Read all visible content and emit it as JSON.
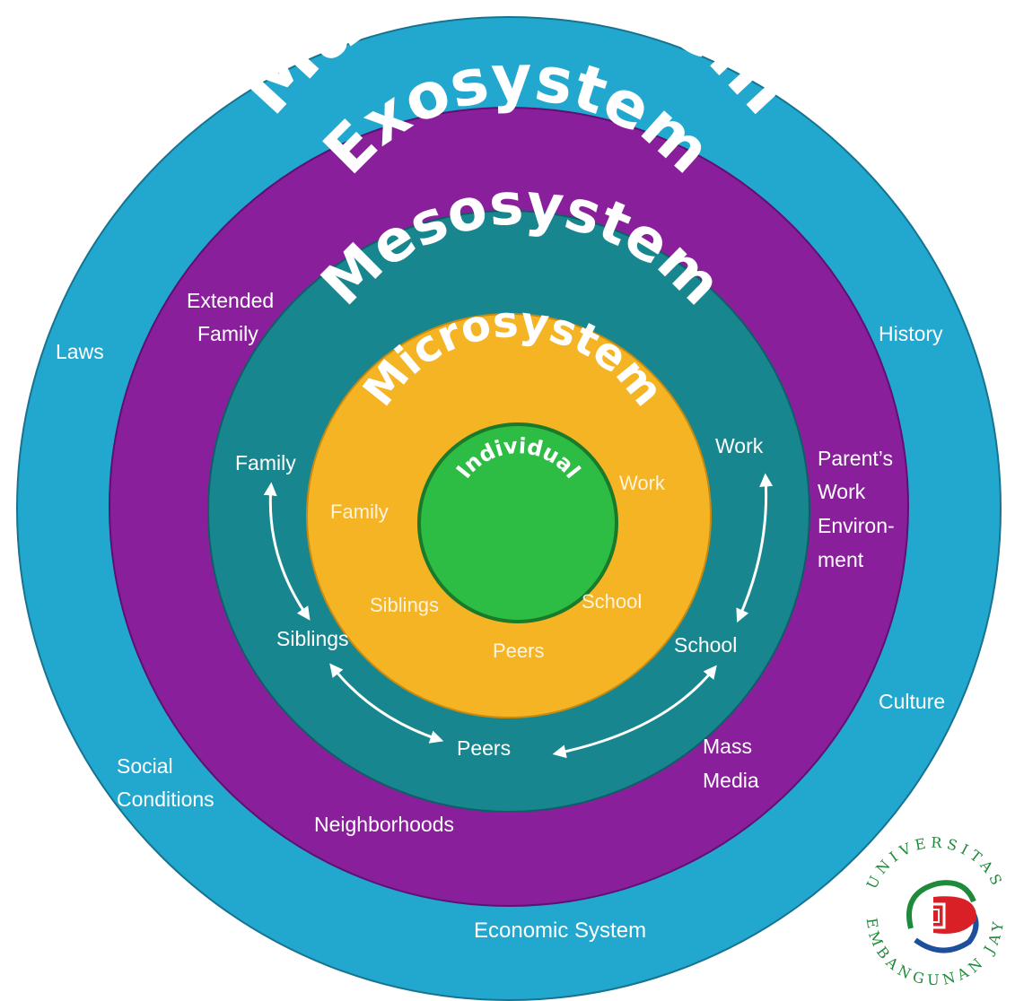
{
  "colors": {
    "macro": "#22a8cf",
    "exo": "#8a1f9c",
    "meso": "#18868f",
    "micro": "#f5b423",
    "individual": "#2dbc44",
    "logo_red": "#d92027",
    "logo_green": "#1f8a3b",
    "logo_blue": "#1e4f9c"
  },
  "rings": {
    "macro_title": "Macrosystem",
    "exo_title": "Exosystem",
    "meso_title": "Mesosystem",
    "micro_title": "Microsystem",
    "individual_title": "Individual"
  },
  "macro_labels": {
    "laws": "Laws",
    "history": "History",
    "culture": "Culture",
    "social_1": "Social",
    "social_2": "Conditions",
    "economic": "Economic System"
  },
  "exo_labels": {
    "extended_1": "Extended",
    "extended_2": "Family",
    "parents_1": "Parent’s",
    "parents_2": "Work",
    "parents_3": "Environ-",
    "parents_4": "ment",
    "mass_1": "Mass",
    "mass_2": "Media",
    "neighborhoods": "Neighborhoods"
  },
  "meso_labels": {
    "family": "Family",
    "work": "Work",
    "siblings": "Siblings",
    "school": "School",
    "peers": "Peers"
  },
  "micro_labels": {
    "family": "Family",
    "work": "Work",
    "siblings": "Siblings",
    "school": "School",
    "peers": "Peers"
  },
  "logo": {
    "top_text": "UNIVERSITAS",
    "bottom_text": "PEMBANGUNAN JAYA"
  }
}
